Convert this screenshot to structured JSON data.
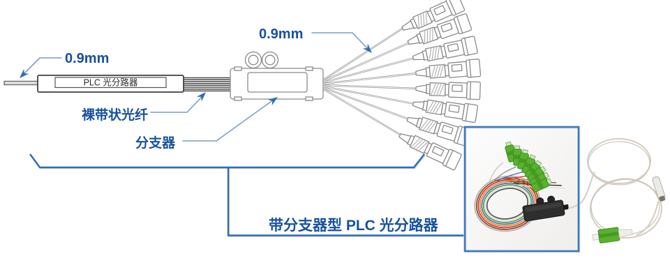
{
  "labels": {
    "left_fiber_diameter": "0.9mm",
    "right_fiber_diameter": "0.9mm",
    "module_label": "PLC 光分路器",
    "ribbon_label": "裸带状光纤",
    "branch_label": "分支器",
    "caption": "带分支器型 PLC 光分路器"
  },
  "colors": {
    "label_text": "#17519e",
    "leader_line": "#7b9cc9",
    "arrow": "#2f6cb3",
    "bracket": "#2e6db6",
    "photo_border": "#3a79bd",
    "line_art": "#8a8a8a",
    "wire_beige": "#d6cfc2",
    "connector_green": "#58b12f",
    "device_black": "#2e2e2e"
  }
}
